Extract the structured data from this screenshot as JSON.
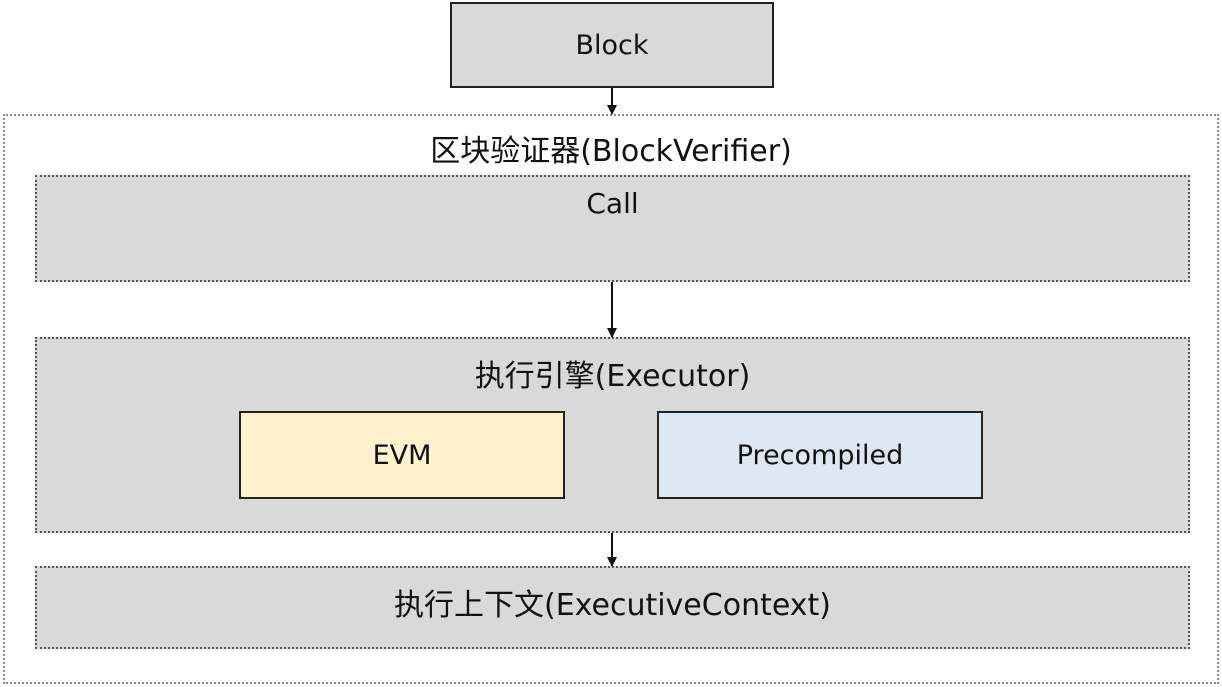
{
  "diagram": {
    "nodes": {
      "block": "Block",
      "block_verifier": "区块验证器(BlockVerifier)",
      "call": "Call",
      "executor": "执行引擎(Executor)",
      "evm": "EVM",
      "precompiled": "Precompiled",
      "executive_context": "执行上下文(ExecutiveContext)"
    },
    "colors": {
      "gray_box": "#d9d9d9",
      "evm_fill": "#fff2cc",
      "precompiled_fill": "#dde8f4",
      "border": "#222222"
    },
    "edges": [
      {
        "from": "block",
        "to": "block_verifier"
      },
      {
        "from": "call",
        "to": "executor"
      },
      {
        "from": "executor",
        "to": "executive_context"
      }
    ]
  }
}
